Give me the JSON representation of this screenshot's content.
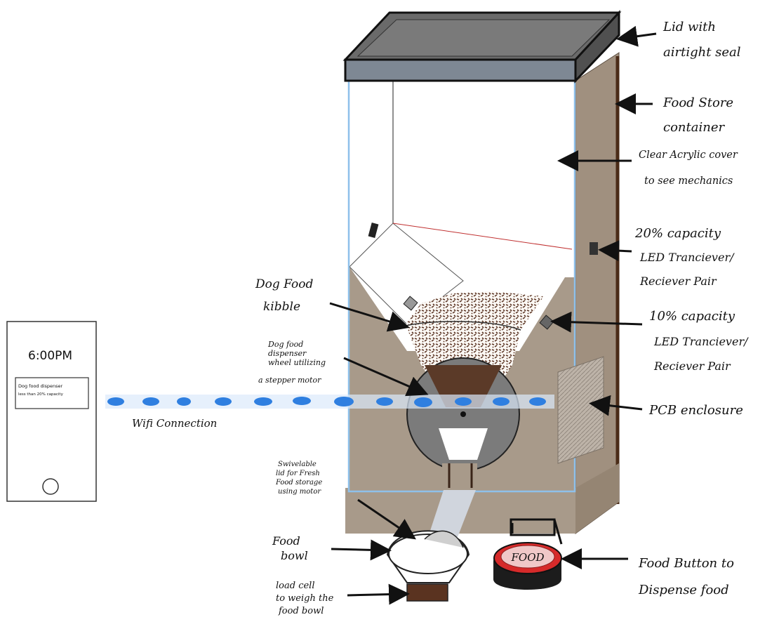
{
  "phone": {
    "time": "6:00PM",
    "notification_line1": "Dog food dispenser",
    "notification_line2": "less than 20% capacity"
  },
  "labels": {
    "lid": [
      "Lid with",
      "airtight seal"
    ],
    "food_store": [
      "Food Store",
      "container"
    ],
    "acrylic": [
      "Clear Acrylic cover",
      "to see mechanics"
    ],
    "capacity20": [
      "20% capacity",
      "LED Tranciever/",
      "Reciever Pair"
    ],
    "kibble": [
      "Dog Food",
      "kibble"
    ],
    "capacity10": [
      "10% capacity",
      "LED Tranciever/",
      "Reciever Pair"
    ],
    "wheel": [
      "Dog food",
      "dispenser",
      "wheel utilizing",
      "a stepper motor"
    ],
    "pcb": [
      "PCB enclosure"
    ],
    "wifi": [
      "Wifi Connection"
    ],
    "swivel": [
      "Swivelable",
      "lid for Fresh",
      "Food storage",
      "using motor"
    ],
    "bowl": [
      "Food",
      "bowl"
    ],
    "loadcell": [
      "load cell",
      "to weigh the",
      "food bowl"
    ],
    "button": [
      "Food Button to",
      "Dispense food"
    ],
    "button_face": "FOOD"
  },
  "colors": {
    "body": "#a89a8a",
    "lid": "#5c5c5c",
    "acrylic_edge": "#8ec0ea",
    "wifi": "#2f7fe0",
    "kibble": "#5a3322",
    "button_red": "#d62a2a"
  }
}
